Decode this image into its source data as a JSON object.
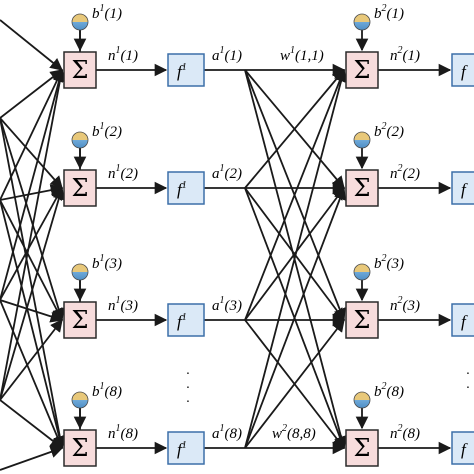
{
  "labels": {
    "sum_symbol": "Σ",
    "f_symbol": "f",
    "layer1": "1",
    "layer2": "2",
    "idx1": "(1)",
    "idx2": "(2)",
    "idx3": "(3)",
    "idx8": "(8)",
    "w_first_idx": "(1,1)",
    "w_last_idx": "(8,8)",
    "b": "b",
    "n": "n",
    "a": "a",
    "w": "w",
    "ellipsis": "·"
  },
  "colors": {
    "sum_fill": "#f7dcdc",
    "sum_stroke": "#2a2a2a",
    "f_fill": "#dbe9f7",
    "f_stroke": "#3c6fa8",
    "bias_top": "#e8c87a",
    "bias_bottom": "#6fa9d8"
  },
  "neurons": {
    "layer1_count_shown": 4,
    "layer2_count_shown": 4
  }
}
